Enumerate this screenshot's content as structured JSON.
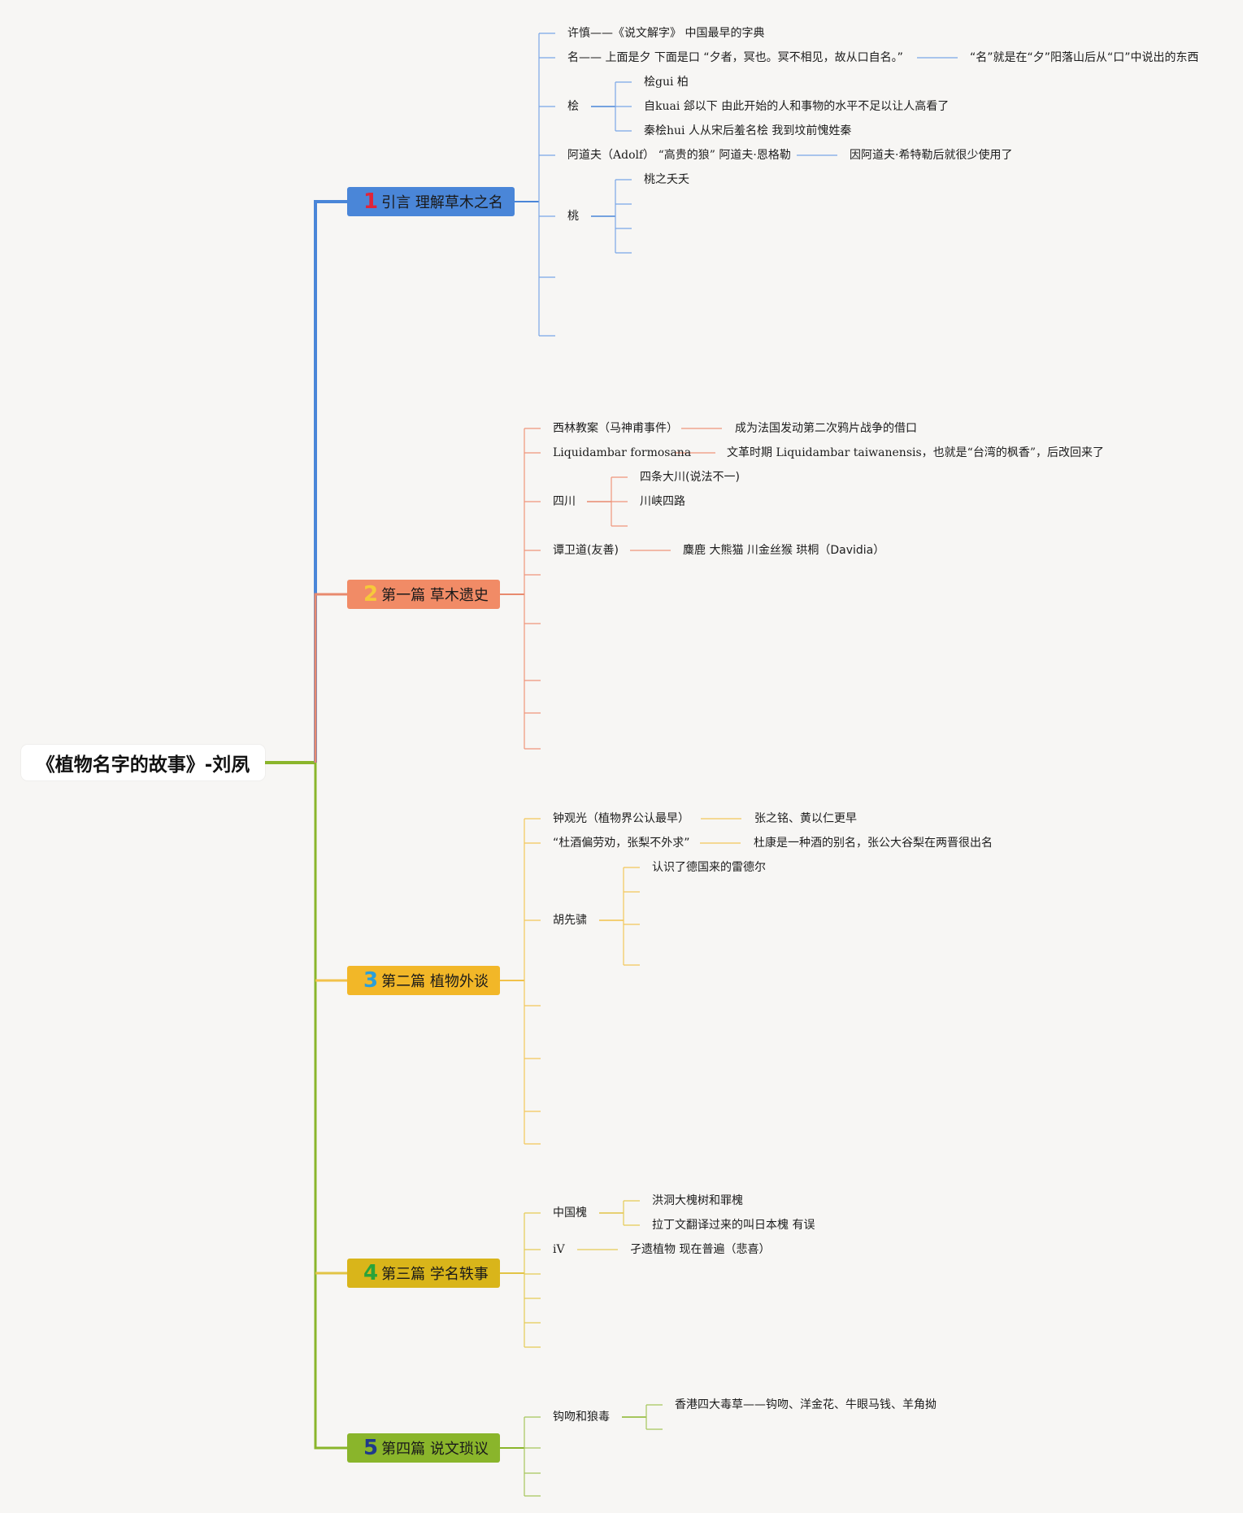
{
  "root": {
    "title": "《植物名字的故事》-刘夙"
  },
  "chapters": [
    {
      "number": "1",
      "title": "引言 理解草木之名",
      "color": "#4a86d8",
      "line_color": "#4a86d8",
      "branch_color": "#7aa7e6",
      "number_color": "#e0243a",
      "nodes": {
        "xushen": "许慎——《说文解字》 中国最早的字典",
        "ming": "名—— 上面是夕 下面是口 “夕者，冥也。冥不相见，故从口自名。”",
        "ming_note": "“名”就是在“夕”阳落山后从“口”中说出的东西",
        "hui": "桧",
        "hui_1": "桧gui 柏",
        "hui_2": "自kuai 郐以下 由此开始的人和事物的水平不足以让人高看了",
        "hui_3": "秦桧hui 人从宋后羞名桧 我到坟前愧姓秦",
        "adolf": "阿道夫（Adolf） “高贵的狼” 阿道夫·恩格勒",
        "adolf_note": "因阿道夫·希特勒后就很少使用了",
        "tao": "桃",
        "tao_1": "桃之夭夭"
      }
    },
    {
      "number": "2",
      "title": "第一篇 草木遗史",
      "color": "#f18b66",
      "line_color": "#e88a6e",
      "branch_color": "#f0957a",
      "number_color": "#f6c93a",
      "nodes": {
        "xilin": "西林教案（马神甫事件）",
        "xilin_note": "成为法国发动第二次鸦片战争的借口",
        "liquid": "Liquidambar formosana",
        "liquid_note": "文革时期 Liquidambar taiwanensis，也就是“台湾的枫香”，后改回来了",
        "sichuan": "四川",
        "sichuan_1": "四条大川(说法不一)",
        "sichuan_2": "川峡四路",
        "tan": "谭卫道(友善)",
        "tan_note": "麋鹿 大熊猫 川金丝猴 珙桐（Davidia）"
      }
    },
    {
      "number": "3",
      "title": "第二篇 植物外谈",
      "color": "#f2b728",
      "line_color": "#f2c24a",
      "branch_color": "#f3c759",
      "number_color": "#2b9fd8",
      "nodes": {
        "zhong": "钟观光（植物界公认最早）",
        "zhong_note": "张之铭、黄以仁更早",
        "dujiu": "“杜酒偏劳劝，张梨不外求”",
        "dujiu_note": "杜康是一种酒的别名，张公大谷梨在两晋很出名",
        "hu": "胡先骕",
        "hu_1": "认识了德国来的雷德尔"
      }
    },
    {
      "number": "4",
      "title": "第三篇 学名轶事",
      "color": "#d9b51a",
      "line_color": "#e2c446",
      "branch_color": "#e6cb55",
      "number_color": "#2aa33a",
      "nodes": {
        "huai": "中国槐",
        "huai_1": "洪洞大槐树和罪槐",
        "huai_2": "拉丁文翻译过来的叫日本槐 有误",
        "iv": "iV",
        "iv_note": "孑遗植物 现在普遍（悲喜）"
      }
    },
    {
      "number": "5",
      "title": "第四篇 说文琐议",
      "color": "#8ab52b",
      "line_color": "#8ab52b",
      "branch_color": "#a6c65a",
      "number_color": "#1f3a8a",
      "nodes": {
        "gouwen": "钩吻和狼毒",
        "gouwen_1": "香港四大毒草——钩吻、洋金花、牛眼马钱、羊角拗"
      }
    }
  ]
}
